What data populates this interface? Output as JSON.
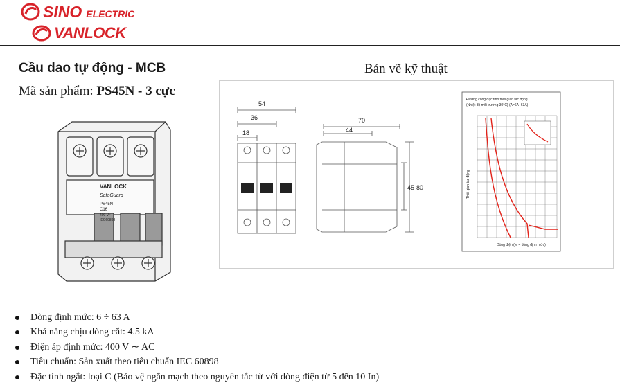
{
  "brand": {
    "sino": "SINO",
    "electric": "ELECTRIC",
    "vanlock": "VANLOCK",
    "color": "#d8232a"
  },
  "product": {
    "title": "Cầu dao tự động - MCB",
    "code_label": "Mã sản phẩm:",
    "code_value": "PS45N - 3 cực"
  },
  "breaker_labels": {
    "brand": "VANLOCK",
    "series": "SafeGuard",
    "model": "PS45N",
    "rating": "C16",
    "voltage": "400 V~",
    "standard": "IEC60898"
  },
  "drawing": {
    "title": "Bản vẽ kỹ thuật",
    "dims": {
      "overall_width": "54",
      "mid_width": "36",
      "pole_width": "18",
      "depth": "70",
      "depth_inner": "44",
      "height_inner": "45",
      "height": "80"
    },
    "curve": {
      "title_line1": "Đường cong đặc tính thời gian tác động",
      "title_line2": "(Nhiệt độ môi trường 30°C) (A=6A÷63A)",
      "ylabel": "Thời gian tác động",
      "xlabel": "Dòng điện (Ie = dòng định mức)",
      "line_color": "#e2231a"
    }
  },
  "specs": [
    "Dòng định mức: 6 ÷ 63 A",
    "Khả năng chịu dòng cắt: 4.5 kA",
    "Điện áp định mức: 400 V ∼ AC",
    "Tiêu chuẩn: Sản xuất theo tiêu chuẩn IEC 60898",
    "Đặc tính ngắt: loại C (Bảo vệ ngắn mạch theo nguyên tắc từ với dòng điện từ 5 đến 10 In)"
  ]
}
